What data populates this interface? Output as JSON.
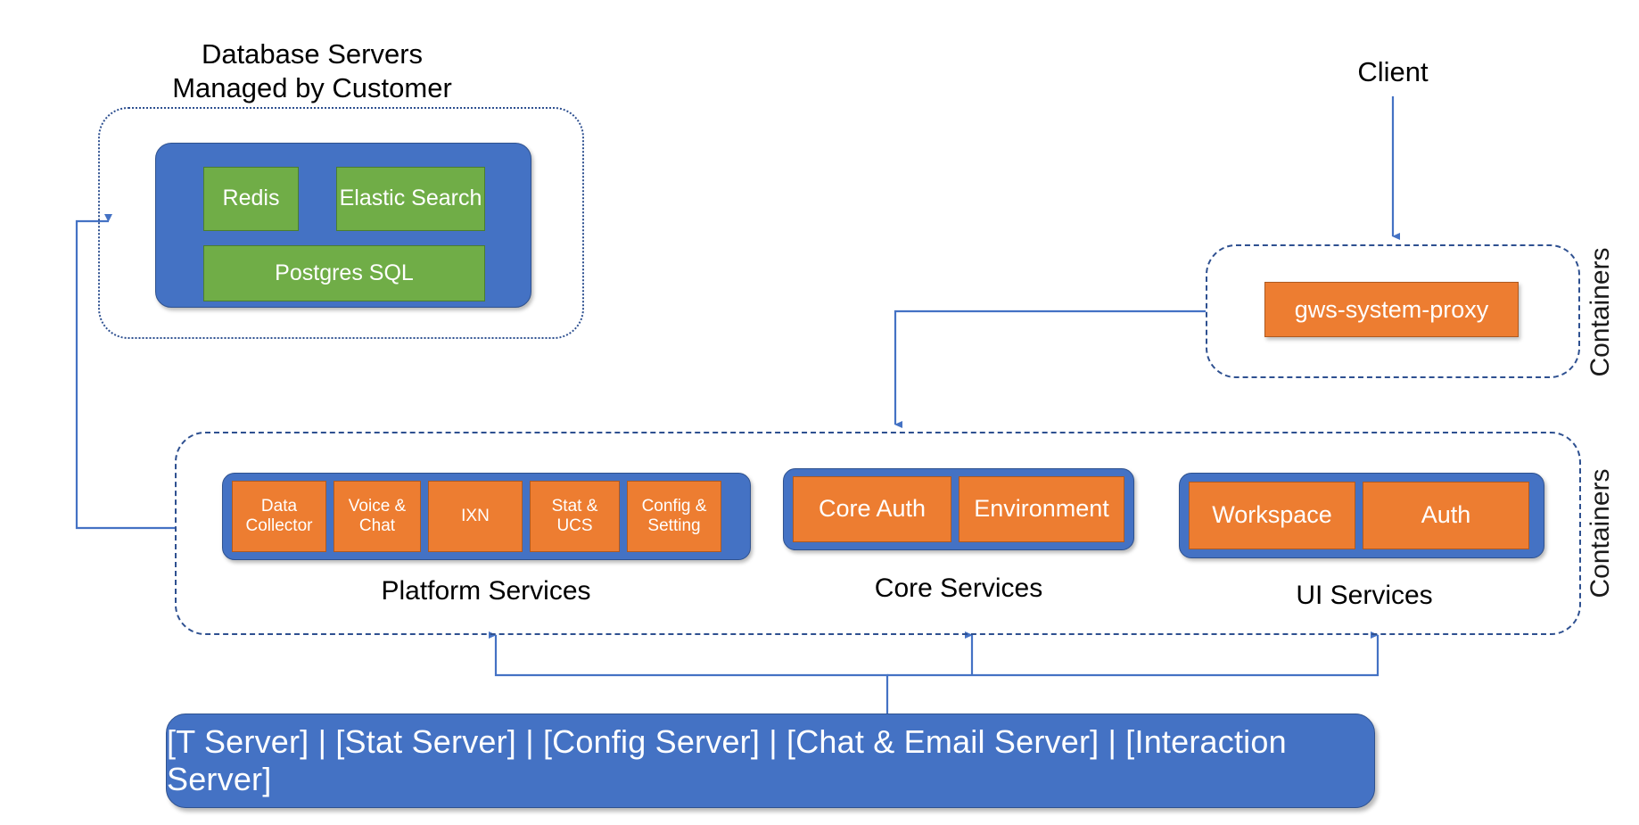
{
  "diagram": {
    "title_db": "Database Servers\nManaged by Customer",
    "client_label": "Client",
    "containers_label_top": "Containers",
    "containers_label_bottom": "Containers"
  },
  "database_group": {
    "nodes": [
      {
        "label": "Redis"
      },
      {
        "label": "Elastic Search"
      },
      {
        "label": "Postgres SQL"
      }
    ]
  },
  "proxy_container": {
    "node": {
      "label": "gws-system-proxy"
    }
  },
  "services_container": {
    "groups": [
      {
        "name": "platform-services",
        "caption": "Platform Services",
        "nodes": [
          {
            "label": "Data\nCollector"
          },
          {
            "label": "Voice &\nChat"
          },
          {
            "label": "IXN"
          },
          {
            "label": "Stat &\nUCS"
          },
          {
            "label": "Config &\nSetting"
          }
        ]
      },
      {
        "name": "core-services",
        "caption": "Core Services",
        "nodes": [
          {
            "label": "Core Auth"
          },
          {
            "label": "Environment"
          }
        ]
      },
      {
        "name": "ui-services",
        "caption": "UI Services",
        "nodes": [
          {
            "label": "Workspace"
          },
          {
            "label": "Auth"
          }
        ]
      }
    ]
  },
  "server_bar": {
    "label": "[T Server] | [Stat Server] | [Config Server] | [Chat & Email Server] | [Interaction Server]"
  },
  "colors": {
    "blue": "#4472C4",
    "orange": "#ED7D31",
    "green": "#70AD47",
    "connector": "#4472C4",
    "frame": "#2e5090"
  }
}
